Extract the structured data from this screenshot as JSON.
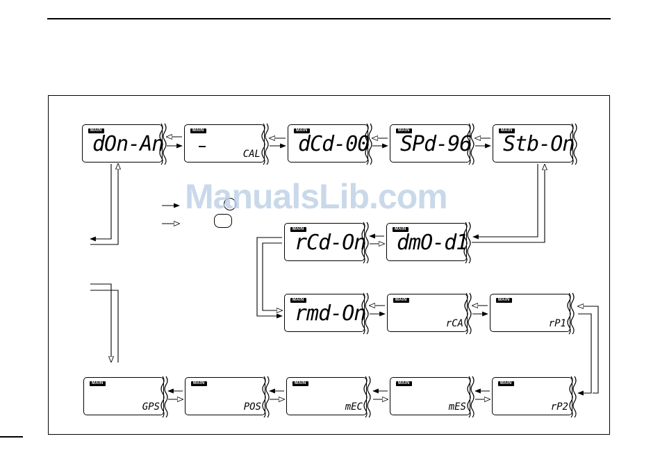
{
  "badge_label": "MAIN",
  "watermark": "ManualsLib.com",
  "screens": {
    "don_an": {
      "big": "dOn-An",
      "small": ""
    },
    "cal": {
      "big": "",
      "small": "CAL"
    },
    "dcd": {
      "big": "dCd-00",
      "small": ""
    },
    "spd": {
      "big": "SPd-96",
      "small": ""
    },
    "stb": {
      "big": "Stb-On",
      "small": ""
    },
    "dmo": {
      "big": "dmO-d1",
      "small": ""
    },
    "rcd": {
      "big": "rCd-On",
      "small": ""
    },
    "rmd": {
      "big": "rmd-On",
      "small": ""
    },
    "rca": {
      "big": "",
      "small": "rCA"
    },
    "rp1": {
      "big": "",
      "small": "rP1"
    },
    "rp2": {
      "big": "",
      "small": "rP2"
    },
    "mes": {
      "big": "",
      "small": "mES"
    },
    "mec": {
      "big": "",
      "small": "mEC"
    },
    "pos": {
      "big": "",
      "small": "POS"
    },
    "gps": {
      "big": "",
      "small": "GPS"
    }
  },
  "colors": {
    "line": "#000000",
    "watermark": "#bcd0e6"
  }
}
